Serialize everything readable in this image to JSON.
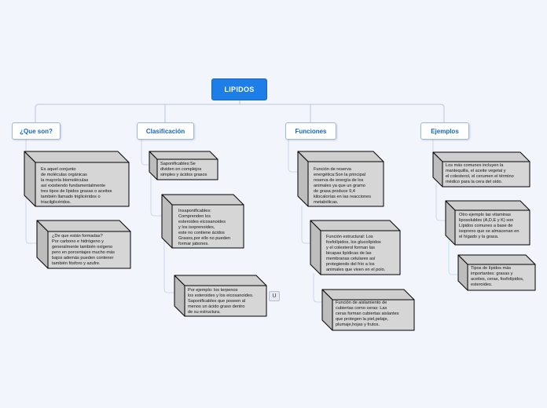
{
  "root": "LIPIDOS",
  "categories": [
    {
      "label": "¿Que son?"
    },
    {
      "label": "Clasificación"
    },
    {
      "label": "Funciones"
    },
    {
      "label": "Ejemplos"
    }
  ],
  "boxes": {
    "q1": "Es aquel conjunto\nde moléculas orgánicas\nla mayoría biomoléculas\nasí existiendo fundamentalmente\ntres tipos de lípidos grasas o aceites\ntambién llamado triglicéridos o\ntriacilglicéridos.",
    "q2": "¿De que están formadas?\nPor carbono e hidrógeno y\ngeneralmente también oxígeno\npero en porcentajes mucho más\nbajos además pueden contener\ntambién fósforo y azufre.",
    "c1": "Saponificables:Se\ndividen en complejos\nsimples y ácidos grasos",
    "c2": "Insaponificables:\nComprenden los\nesteroides eicosanoides\ny los isoprenoides,\neste no contiene ácidos\nGrasos,por ello no pueden\nformar jabones.",
    "c3": "Por ejemplo: los terpenos\nlos esteroides y los eicosanoides.\nSaponificables que poseen al\nmenos un ácido graso dentro\nde su estructura.",
    "f1": "Función de reserva\nenergética:Son la principal\nreserva de energía de los\nanimales ya que un gramo\nde grasa produce 9,4\nkilocalorías en las reacciones\nmetabólicas.",
    "f2": "Función estructural: Los\nfosfolípidos, los glucolípidos\ny el colesterol forman las\nbicapas lipídicas de las\nmembranas celulares así\nprotegiendo del frío a los\nanimales que viven en el polo.",
    "f3": "Función de aislamiento de\ncubiertas como ceras: Las\nceras forman cubiertas aislantes\nque protegen la piel,pelaje,\nplumaje,hojas y frutos.",
    "e1": "Los más comunes incluyen la\nmantequilla, el aceite vegetal y\nel colesterol, el cerumen el término\nmédico para la cera del oído.",
    "e2": "Otro ejemplo las vitaminas\nliposolubles (A,D,E y K) son\nLípidos comunes a base de\nisopreno que se almacenan en\nel hígado y la grasa.",
    "e3": "Tipos de lípidos más\nimportantes: grasas y\naceites, ceras, fosfolípidos,\nesteroides."
  },
  "attachment_tag": "U"
}
